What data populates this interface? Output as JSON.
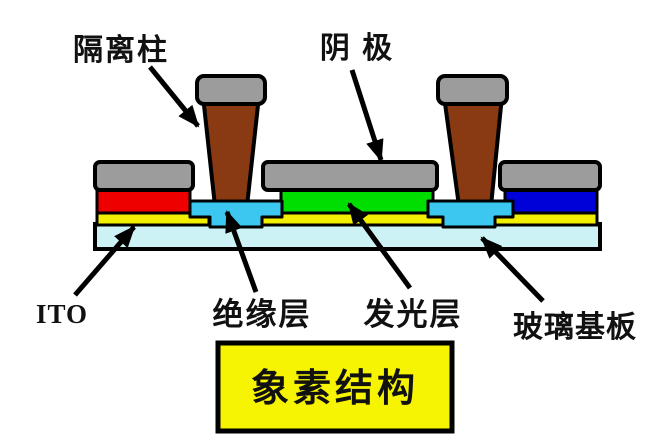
{
  "diagram": {
    "title_box": {
      "label": "象素结构"
    },
    "labels": {
      "isolation_pillar": "隔离柱",
      "cathode": "阴 极",
      "ito": "ITO",
      "insulation_layer": "绝缘层",
      "emitting_layer": "发光层",
      "glass_substrate": "玻璃基板"
    },
    "colors": {
      "background": "#ffffff",
      "outline": "#000000",
      "text": "#111111",
      "cathode_gray": "#9c9c9c",
      "pillar_brown": "#8a3a12",
      "red_subpixel": "#ee0000",
      "green_subpixel": "#00dd00",
      "blue_subpixel": "#0000d9",
      "ito_yellow": "#f2ee00",
      "insulator_cyan": "#3cc7f0",
      "substrate_pale_cyan": "#cdf2f5",
      "title_box_yellow": "#f6f400"
    }
  }
}
